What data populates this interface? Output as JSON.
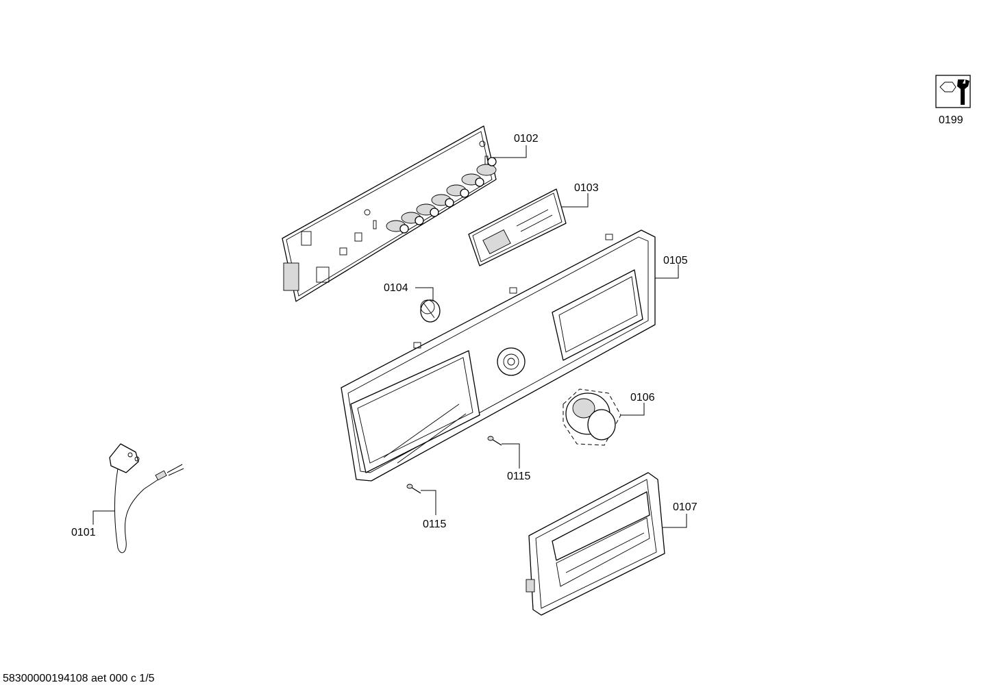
{
  "footer": {
    "document_code": "58300000194108 aet 000 c 1/5"
  },
  "service_icon": {
    "icon": "wrench-nut-icon",
    "label": "0199"
  },
  "parts": [
    {
      "id": "0101",
      "label": "0101",
      "icon": "power-cord"
    },
    {
      "id": "0102",
      "label": "0102",
      "icon": "control-module-pcb"
    },
    {
      "id": "0103",
      "label": "0103",
      "icon": "display-holder"
    },
    {
      "id": "0104",
      "label": "0104",
      "icon": "knob-insert"
    },
    {
      "id": "0105",
      "label": "0105",
      "icon": "control-panel-fascia"
    },
    {
      "id": "0106",
      "label": "0106",
      "icon": "programme-selector-knob"
    },
    {
      "id": "0107",
      "label": "0107",
      "icon": "detergent-drawer-handle"
    },
    {
      "id": "0115a",
      "label": "0115",
      "icon": "screw"
    },
    {
      "id": "0115b",
      "label": "0115",
      "icon": "screw"
    }
  ]
}
